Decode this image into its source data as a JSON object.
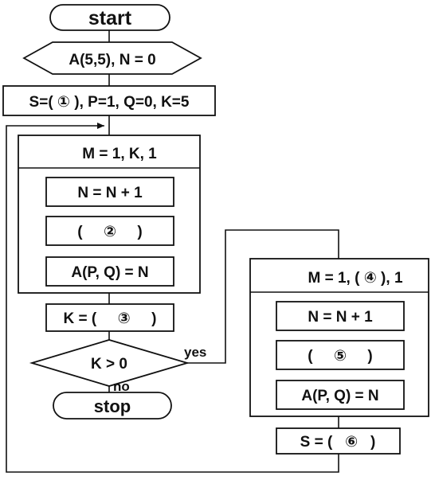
{
  "start_label": "start",
  "input_label": "A(5,5), N = 0",
  "init_label": "S=(  ① ), P=1, Q=0, K=5",
  "loop1": {
    "header": "M = 1, K, 1",
    "step1": "N = N + 1",
    "step2": "(     ②     )",
    "step3": "A(P, Q) = N"
  },
  "k_assign": "K = (     ③     )",
  "decision": "K > 0",
  "yes_label": "yes",
  "no_label": "no",
  "stop_label": "stop",
  "loop2": {
    "header": "M = 1, ( ④ ), 1",
    "step1": "N = N + 1",
    "step2": "(     ⑤     )",
    "step3": "A(P, Q) = N"
  },
  "s_assign": "S = (   ⑥   )"
}
